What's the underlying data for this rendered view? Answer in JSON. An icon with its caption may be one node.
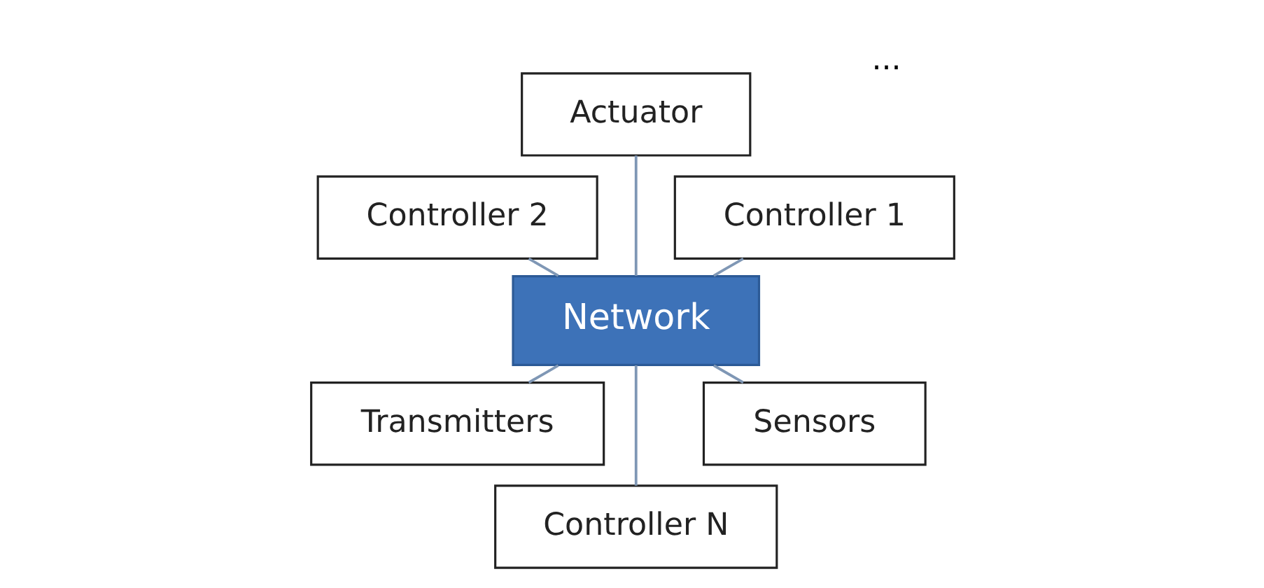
{
  "diagram": {
    "nodes": [
      {
        "text": [
          "Network"
        ]
      },
      {
        "text": [
          "Controller 1"
        ]
      },
      {
        "text": [
          "Actuator"
        ]
      },
      {
        "text": [
          "Controller 2"
        ]
      },
      {
        "text": [
          "Transmitters"
        ]
      },
      {
        "text": [
          "Controller N"
        ]
      },
      {
        "text": [
          "Sensors"
        ]
      }
    ],
    "edges": [
      {
        "from": 0,
        "to": 1,
        "arrow": "none"
      },
      {
        "from": 0,
        "to": 2,
        "arrow": "none"
      },
      {
        "from": 0,
        "to": 3,
        "arrow": "none"
      },
      {
        "from": 0,
        "to": 4,
        "arrow": "none"
      },
      {
        "from": 0,
        "to": 5,
        "arrow": "none"
      },
      {
        "from": 0,
        "to": 6,
        "arrow": "none"
      }
    ],
    "labels": [
      "..."
    ]
  }
}
